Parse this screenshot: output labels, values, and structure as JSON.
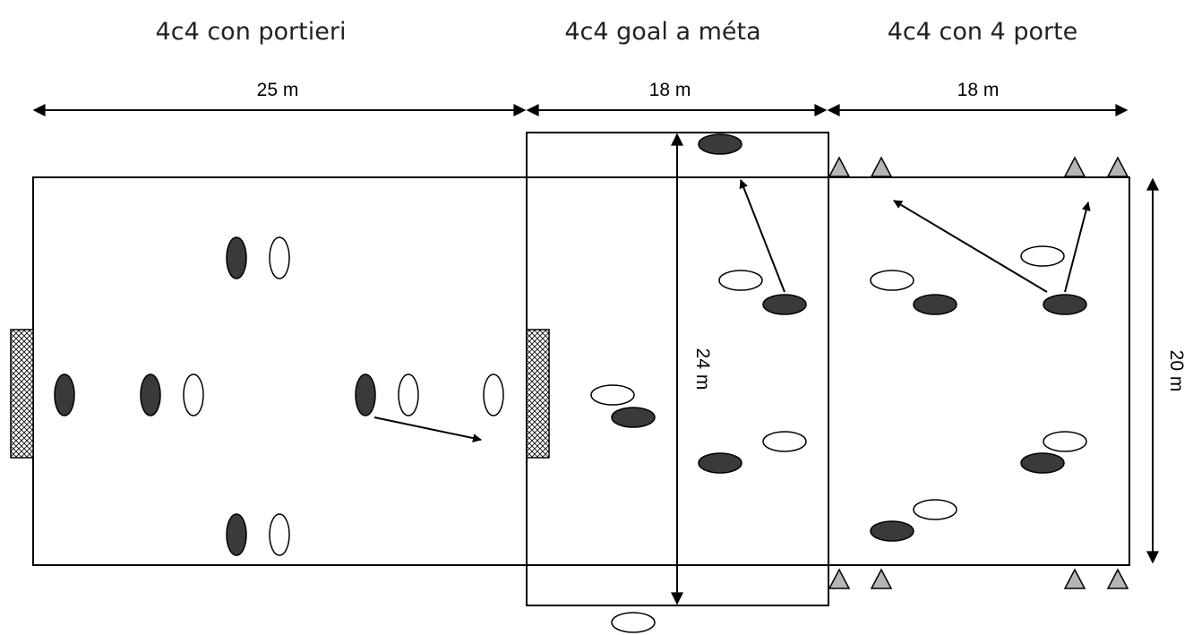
{
  "titles": {
    "portieri": "4c4 con portieri",
    "meta": "4c4 goal a méta",
    "porte": "4c4 con 4 porte"
  },
  "dimensions": {
    "width_25": "25 m",
    "width_18a": "18 m",
    "width_18b": "18 m",
    "length_24": "24 m",
    "length_20": "20 m"
  },
  "legend_colors": {
    "team_dark": "#3a3a3a",
    "team_light": "#ffffff",
    "cone": "#b5b5b5"
  }
}
